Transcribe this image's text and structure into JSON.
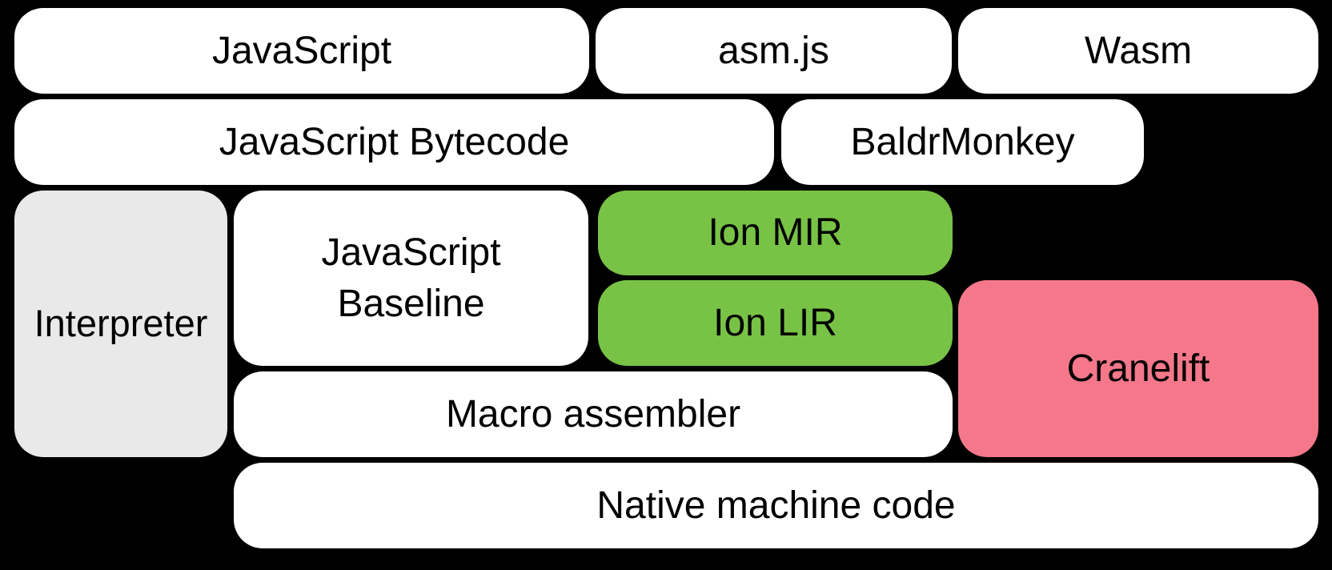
{
  "diagram": {
    "title_implicit": "SpiderMonkey JavaScript / WebAssembly compiler pipeline",
    "background_color": "#000000",
    "text_color": "#000000",
    "colors": {
      "white": "#ffffff",
      "gray": "#e9e9e9",
      "green": "#78c346",
      "pink": "#f4788a"
    },
    "boxes": [
      {
        "id": "javascript",
        "label": "JavaScript",
        "fill": "#ffffff"
      },
      {
        "id": "asmjs",
        "label": "asm.js",
        "fill": "#ffffff"
      },
      {
        "id": "wasm",
        "label": "Wasm",
        "fill": "#ffffff"
      },
      {
        "id": "bytecode",
        "label": "JavaScript Bytecode",
        "fill": "#ffffff"
      },
      {
        "id": "baldrmonkey",
        "label": "BaldrMonkey",
        "fill": "#ffffff"
      },
      {
        "id": "interpreter",
        "label": "Interpreter",
        "fill": "#e9e9e9"
      },
      {
        "id": "js-baseline",
        "label": "JavaScript Baseline",
        "fill": "#ffffff"
      },
      {
        "id": "ion-mir",
        "label": "Ion MIR",
        "fill": "#78c346"
      },
      {
        "id": "ion-lir",
        "label": "Ion LIR",
        "fill": "#78c346"
      },
      {
        "id": "cranelift",
        "label": "Cranelift",
        "fill": "#f4788a"
      },
      {
        "id": "macro-assembler",
        "label": "Macro assembler",
        "fill": "#ffffff"
      },
      {
        "id": "native-code",
        "label": "Native machine code",
        "fill": "#ffffff"
      }
    ]
  }
}
